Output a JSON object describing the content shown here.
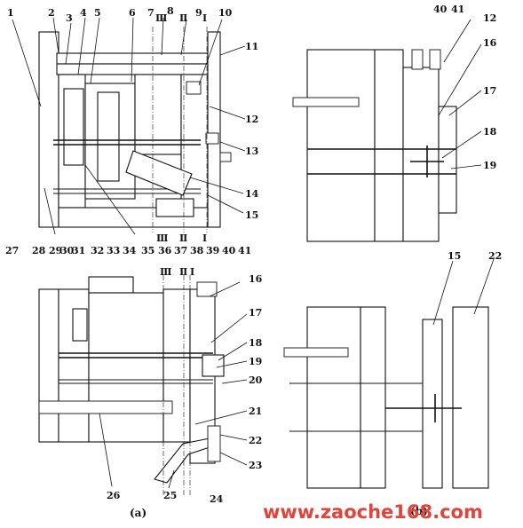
{
  "labels": {
    "a1": "1",
    "a2": "2",
    "a3": "3",
    "a4": "4",
    "a5": "5",
    "a6": "6",
    "a7": "7",
    "a8": "8",
    "a9": "9",
    "a10": "10",
    "a11": "11",
    "a12": "12",
    "a13": "13",
    "a14": "14",
    "a15": "15",
    "r3": "Ⅲ",
    "r2": "Ⅱ",
    "r1": "Ⅰ",
    "r3b": "Ⅲ",
    "r2b": "Ⅱ",
    "r1b": "Ⅰ",
    "b27": "27",
    "b28": "28",
    "b29": "29",
    "b30": "30",
    "b31": "31",
    "b32": "32",
    "b33": "33",
    "b34": "34",
    "b35": "35",
    "b36": "36",
    "b37": "37",
    "b38": "38",
    "b39": "39",
    "b40": "40",
    "b41": "41",
    "b16": "16",
    "b17": "17",
    "b18": "18",
    "b19": "19",
    "b20": "20",
    "b21": "21",
    "b22": "22",
    "b23": "23",
    "b24": "24",
    "b25": "25",
    "b26": "26",
    "r3c": "Ⅲ",
    "r2c": "Ⅱ",
    "r1c": "Ⅰ",
    "c40": "40",
    "c41": "41",
    "c12": "12",
    "c16": "16",
    "c17": "17",
    "c18": "18",
    "c19": "19",
    "d15": "15",
    "d22": "22"
  },
  "captions": {
    "a": "(a)",
    "b": "(b)"
  },
  "watermark": "www.zaoche168.com",
  "colors": {
    "line": "#111111",
    "paper": "#ffffff",
    "watermark": "#e0443a"
  }
}
